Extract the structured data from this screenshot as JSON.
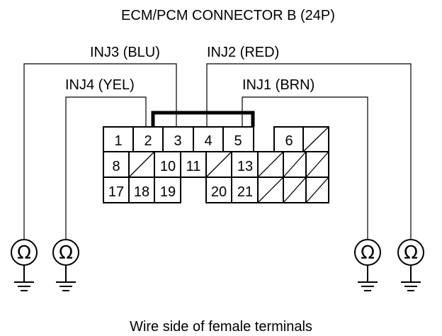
{
  "title": "ECM/PCM CONNECTOR B (24P)",
  "caption": "Wire side of female terminals",
  "wires": {
    "inj3": "INJ3 (BLU)",
    "inj2": "INJ2 (RED)",
    "inj4": "INJ4 (YEL)",
    "inj1": "INJ1 (BRN)"
  },
  "pins": {
    "p1": "1",
    "p2": "2",
    "p3": "3",
    "p4": "4",
    "p5": "5",
    "p6": "6",
    "p8": "8",
    "p10": "10",
    "p11": "11",
    "p13": "13",
    "p17": "17",
    "p18": "18",
    "p19": "19",
    "p20": "20",
    "p21": "21"
  },
  "meter_symbol": "Ω"
}
